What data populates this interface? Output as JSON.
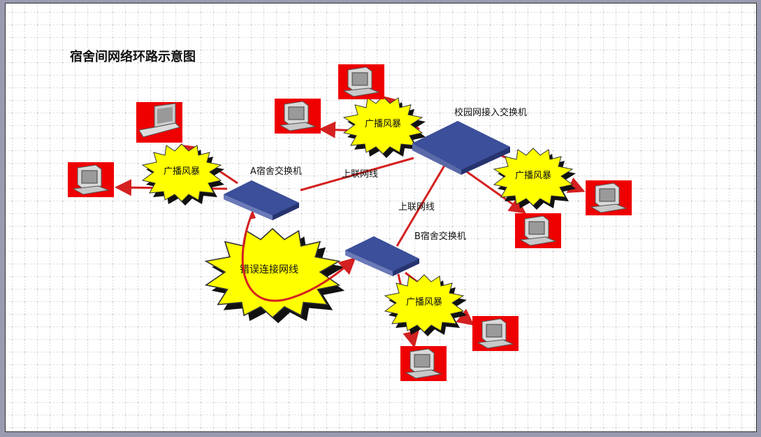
{
  "title": "宿舍间网络环路示意图",
  "labels": {
    "core_switch": "校园网接入交换机",
    "switch_a": "A宿舍交换机",
    "switch_b": "B宿舍交换机",
    "uplink_a": "上联网线",
    "uplink_b": "上联网线"
  },
  "bursts": {
    "storm": "广播风暴",
    "wrong_cable": "错误连接网线"
  },
  "colors": {
    "line": "#d42020",
    "pc_bg": "#ee0000",
    "switch": "#3b4f9a",
    "burst": "#ffff00"
  }
}
